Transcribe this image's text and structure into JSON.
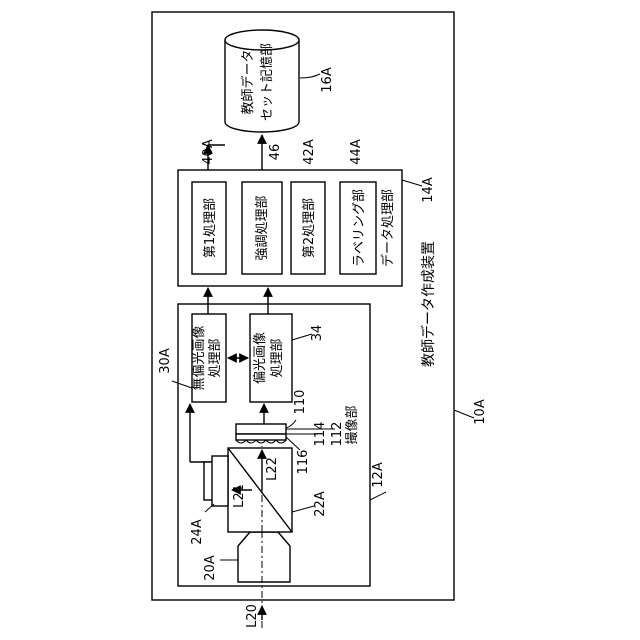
{
  "apparatus": {
    "title": "教師データ作成装置",
    "ref": "10A"
  },
  "imaging_unit": {
    "title": "撮像部",
    "ref": "12A"
  },
  "data_processing_unit": {
    "title": "データ処理部",
    "ref": "14A"
  },
  "storage": {
    "line1": "教師データ",
    "line2": "セット記憶部",
    "ref": "16A"
  },
  "processors": [
    {
      "label": "第1処理部",
      "ref": "40A"
    },
    {
      "label": "強調処理部",
      "ref": "46"
    },
    {
      "label": "第2処理部",
      "ref": "42A"
    },
    {
      "label": "ラベリング部",
      "ref": "44A"
    }
  ],
  "image_processors": [
    {
      "line1": "無偏光画像",
      "line2": "処理部",
      "ref": "30A"
    },
    {
      "line1": "偏光画像",
      "line2": "処理部",
      "ref": "34"
    }
  ],
  "optics": {
    "lens_ref": "20A",
    "splitter_ref": "22A",
    "sensor_ref": "24A",
    "pol_sensor_ref": "110",
    "layer_refs": [
      "116",
      "114",
      "112"
    ]
  },
  "light": {
    "input": "L20",
    "ray1": "L21",
    "ray2": "L22"
  }
}
